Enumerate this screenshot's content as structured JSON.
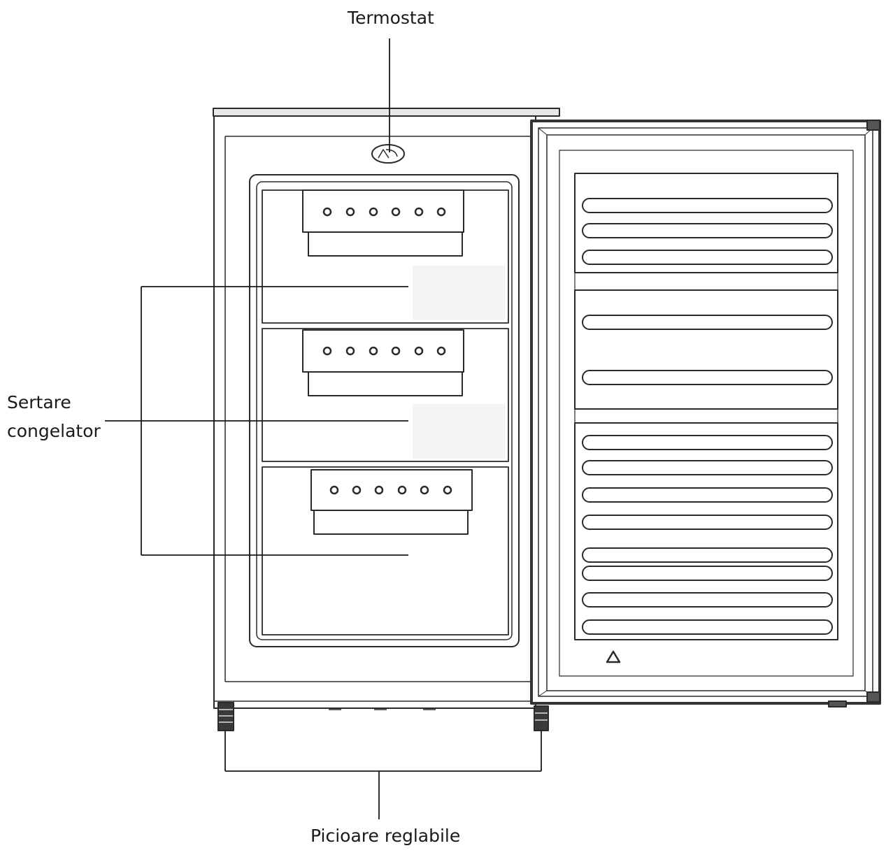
{
  "labels": {
    "thermostat": "Termostat",
    "drawers_line1": "Sertare",
    "drawers_line2": "congelator",
    "feet": "Picioare reglabile"
  },
  "cabinet": {
    "drawer_count": 3,
    "holes_per_drawer_handle": 6
  },
  "door": {
    "shelf_rail_groups": [
      3,
      2,
      4,
      4
    ]
  },
  "colors": {
    "line": "#2a2a2a",
    "fill": "#ffffff",
    "shade": "#f2f2f2"
  }
}
